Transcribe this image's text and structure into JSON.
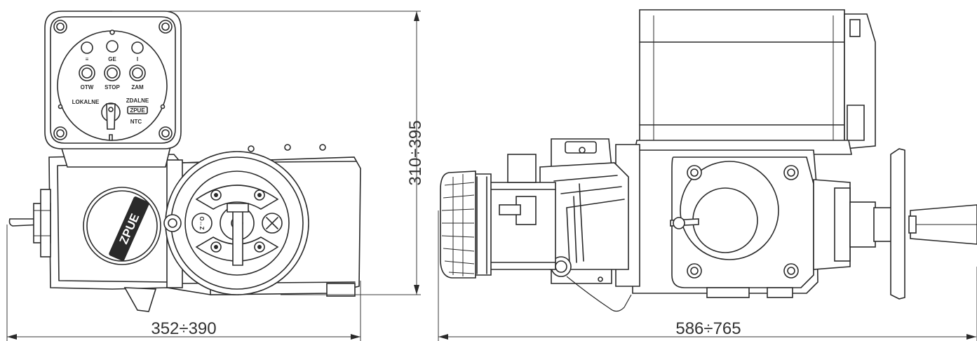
{
  "panel": {
    "left_symbol": "≡",
    "center_label": "GE",
    "right_symbol": "I",
    "button_left": "OTW",
    "button_center": "STOP",
    "button_right": "ZAM",
    "selector_left": "LOKALNE",
    "selector_right": "ZDALNE",
    "badge_logo": "ZPUE",
    "badge_code": "NTC"
  },
  "housing": {
    "logo": "ZPUE",
    "handwheel_label": "O↔Z"
  },
  "dimensions": {
    "front_height": "310÷395",
    "front_width": "352÷390",
    "side_length": "586÷765"
  }
}
